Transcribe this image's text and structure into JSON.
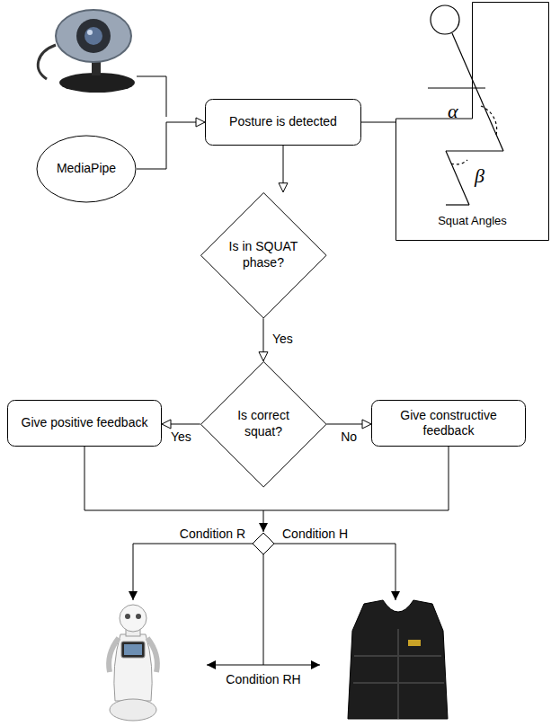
{
  "diagram": {
    "nodes": [
      {
        "text": [
          "MediaPipe"
        ]
      },
      {
        "text": [
          "Posture is detected"
        ]
      },
      {
        "text": [
          "α",
          "β",
          "Squat Angles"
        ]
      },
      {
        "text": [
          "Is in SQUAT phase?"
        ]
      },
      {
        "text": [
          "Is correct squat?"
        ]
      },
      {
        "text": [
          "Give positive feedback"
        ]
      },
      {
        "text": [
          "Give constructive feedback"
        ]
      }
    ],
    "edges": [
      {
        "from": 0,
        "to": 1,
        "arrow": "to"
      },
      {
        "from": 1,
        "to": 2,
        "arrow": "none"
      },
      {
        "from": 1,
        "to": 3,
        "arrow": "to"
      },
      {
        "from": 3,
        "to": 4,
        "label": "Yes",
        "arrow": "to"
      },
      {
        "from": 4,
        "to": 5,
        "label": "Yes",
        "arrow": "to"
      },
      {
        "from": 4,
        "to": 6,
        "label": "No",
        "arrow": "to"
      }
    ],
    "labels": [
      "Condition R",
      "Condition H",
      "Condition RH"
    ]
  }
}
